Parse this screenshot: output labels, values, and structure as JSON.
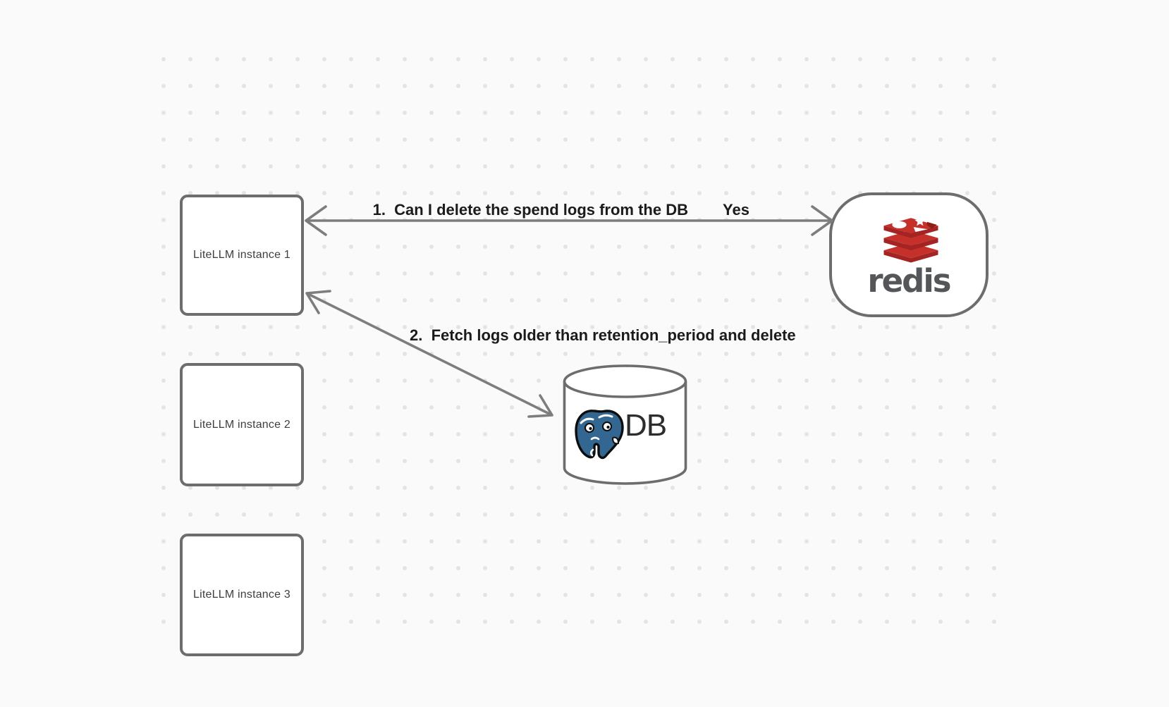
{
  "canvas": {
    "background": "#fafafa",
    "dot_color": "#e3e3e3",
    "stroke_color": "#6d6d6d",
    "arrow_color": "#7d7d7d"
  },
  "nodes": {
    "instances": [
      {
        "label": "LiteLLM instance 1"
      },
      {
        "label": "LiteLLM instance 2"
      },
      {
        "label": "LiteLLM instance 3"
      }
    ],
    "redis": {
      "wordmark": "redis",
      "logo_icon": "redis-logo-icon",
      "red": "#C6302B",
      "dark_red": "#A32422",
      "cube_red": "#8D1F14",
      "wordmark_color": "#54565a"
    },
    "db": {
      "label": "DB",
      "logo_icon": "postgresql-elephant-icon",
      "postgres_blue": "#336791"
    }
  },
  "arrows": [
    {
      "id": "arrow-1",
      "label": "1.  Can I delete the spend logs from the DB",
      "response": "Yes",
      "from": "redis",
      "to": "LiteLLM instance 1",
      "style": "double-headed horizontal"
    },
    {
      "id": "arrow-2",
      "label": "2.  Fetch logs older than retention_period and delete",
      "from": "DB",
      "to": "LiteLLM instance 1",
      "style": "double-headed diagonal"
    }
  ]
}
